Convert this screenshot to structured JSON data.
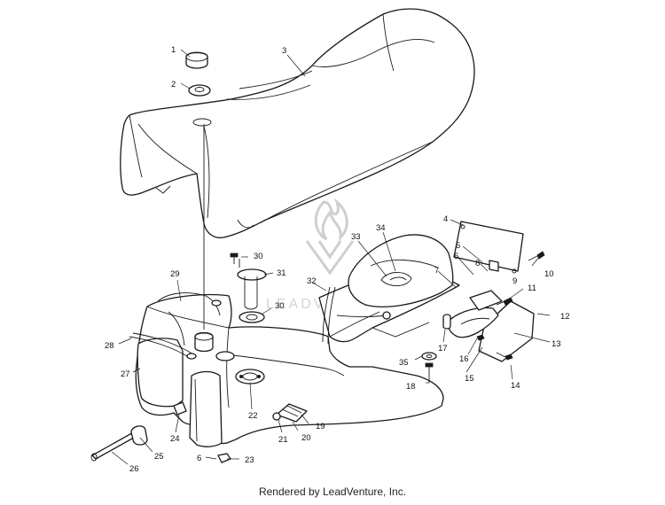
{
  "footer": {
    "rendered_by": "Rendered by LeadVenture, Inc."
  },
  "watermark": {
    "text": "LEADVENTURE"
  },
  "callouts": [
    "1",
    "2",
    "3",
    "4",
    "5",
    "6",
    "7",
    "8",
    "9",
    "10",
    "11",
    "12",
    "13",
    "14",
    "15",
    "16",
    "17",
    "18",
    "19",
    "20",
    "21",
    "22",
    "23",
    "24",
    "25",
    "26",
    "27",
    "28",
    "29",
    "30",
    "30",
    "31",
    "32",
    "33",
    "34",
    "35",
    "6"
  ]
}
